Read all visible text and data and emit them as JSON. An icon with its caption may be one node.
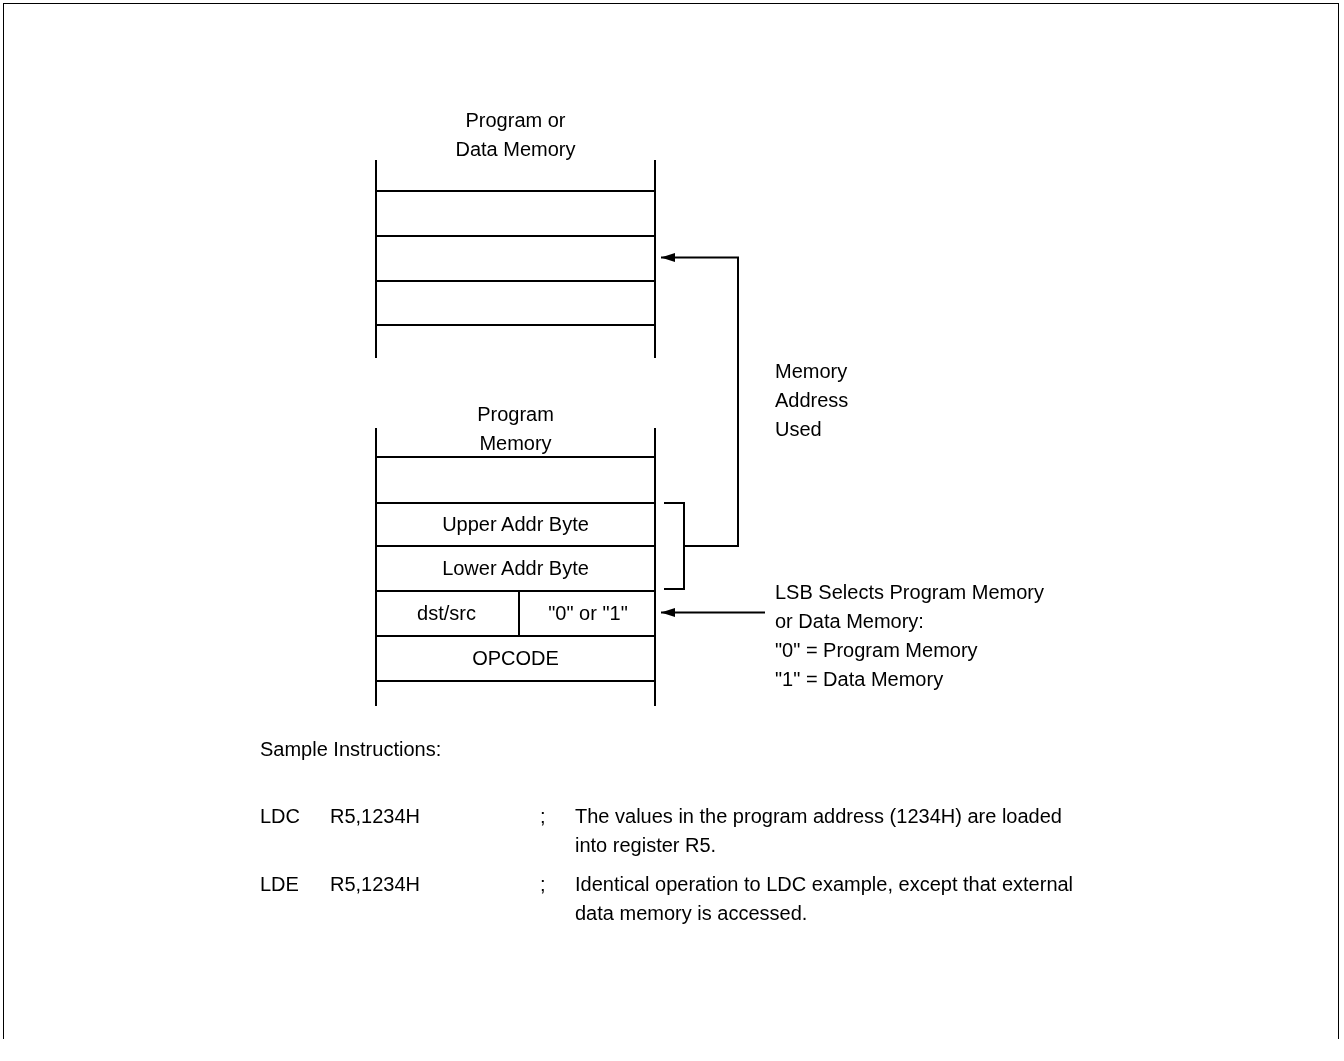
{
  "diagram": {
    "nodes": [
      {
        "text": [
          "Program or Data Memory"
        ]
      },
      {
        "text": [],
        "shape": "box",
        "in": 0
      },
      {
        "text": [],
        "shape": "box",
        "in": 0
      },
      {
        "text": [],
        "shape": "box",
        "in": 0
      },
      {
        "text": [
          "Program Memory"
        ]
      },
      {
        "text": [],
        "shape": "box",
        "in": 4
      },
      {
        "text": [
          "Upper Addr Byte"
        ],
        "in": 4
      },
      {
        "text": [
          "Lower Addr Byte"
        ],
        "in": 4
      },
      {
        "text": [
          "dst/src"
        ],
        "in": 4
      },
      {
        "text": [
          "\"0\" or \"1\""
        ],
        "in": 4
      },
      {
        "text": [
          "OPCODE"
        ],
        "in": 4
      },
      {
        "text": [
          "LSB Selects Program Memory or Data Memory:",
          "\"0\" = Program Memory",
          "\"1\" = Data Memory"
        ]
      }
    ],
    "edges": [
      {
        "from": 6,
        "to": 2,
        "arrow": "to",
        "label": "Memory Address Used"
      },
      {
        "from": 7,
        "to": 2,
        "arrow": "to"
      },
      {
        "from": 11,
        "to": 9,
        "arrow": "to"
      }
    ],
    "labels": [
      "Sample Instructions:",
      "LDC",
      "R5,1234H",
      ";",
      "The values in the program address (1234H) are loaded into register R5.",
      "LDE",
      "R5,1234H",
      ";",
      "Identical operation to LDC example, except that external data memory is accessed."
    ]
  }
}
